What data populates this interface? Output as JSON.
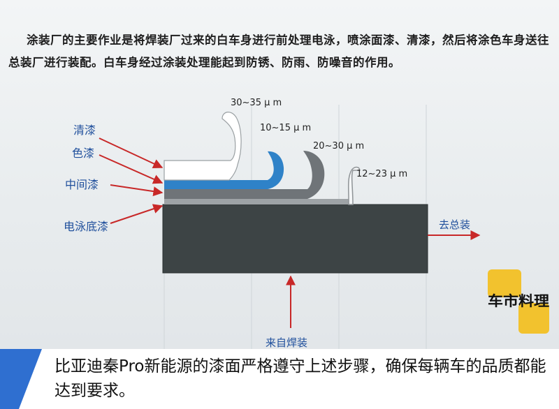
{
  "intro_text": "涂装厂的主要作业是将焊装厂过来的白车身进行前处理电泳，喷涂面漆、清漆，然后将涂色车身送往总装厂进行装配。白车身经过涂装处理能起到防锈、防雨、防噪音的作用。",
  "layers": [
    {
      "label": "清漆",
      "thickness": "30~35 μ m"
    },
    {
      "label": "色漆",
      "thickness": "10~15 μ m"
    },
    {
      "label": "中间漆",
      "thickness": "20~30 μ m"
    },
    {
      "label": "电泳底漆",
      "thickness": "12~23 μ m"
    }
  ],
  "flow": {
    "in": "来自焊装",
    "out": "去总装"
  },
  "logo": {
    "text": "车市料理"
  },
  "caption": "比亚迪秦Pro新能源的漆面严格遵守上述步骤，确保每辆车的品质都能达到要求。",
  "colors": {
    "clear_coat": "#ffffff",
    "color_coat": "#2f82c8",
    "middle_coat": "#6f7478",
    "primer": "#9ea3a6",
    "body": "#3d4445",
    "arrow": "#c82828",
    "caption_accent": "#2f6fd0"
  }
}
